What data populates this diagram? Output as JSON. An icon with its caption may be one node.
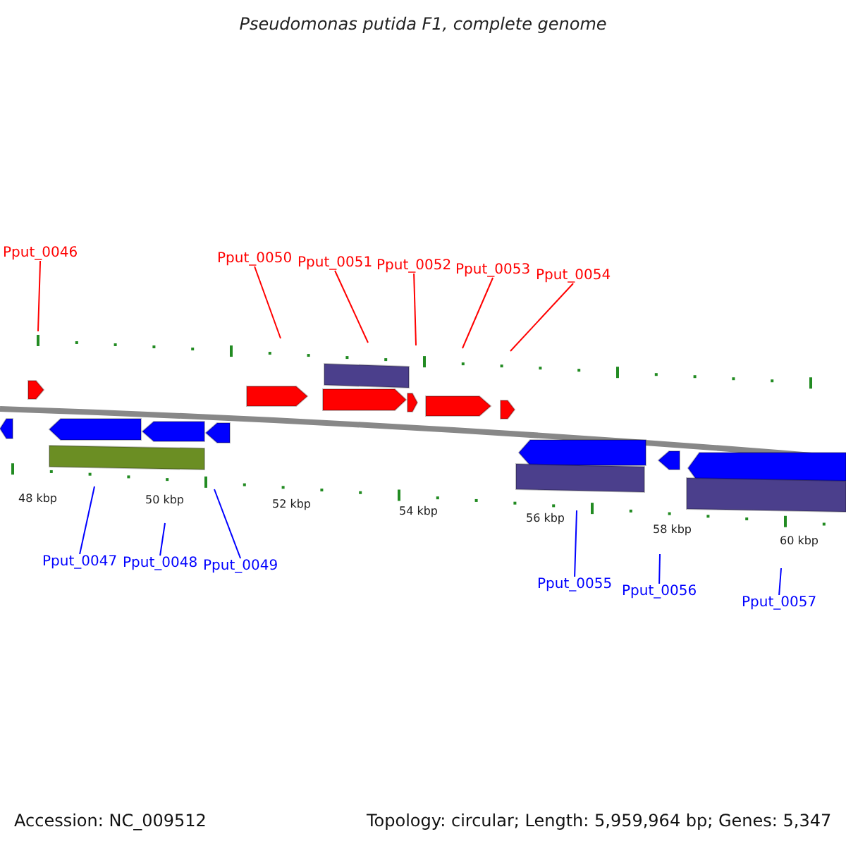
{
  "diagram": {
    "title": "Pseudomonas putida F1, complete genome",
    "nodes": [
      {
        "text": [
          "Pput_0046"
        ]
      },
      {
        "text": [
          "Pput_0050"
        ]
      },
      {
        "text": [
          "Pput_0051"
        ]
      },
      {
        "text": [
          "Pput_0052"
        ]
      },
      {
        "text": [
          "Pput_0053"
        ]
      },
      {
        "text": [
          "Pput_0054"
        ]
      },
      {
        "text": [
          "Pput_0047"
        ]
      },
      {
        "text": [
          "Pput_0048"
        ]
      },
      {
        "text": [
          "Pput_0049"
        ]
      },
      {
        "text": [
          "Pput_0055"
        ]
      },
      {
        "text": [
          "Pput_0056"
        ]
      },
      {
        "text": [
          "Pput_0057"
        ]
      }
    ],
    "edges": [
      {
        "from": 0,
        "to": null,
        "arrow": "none",
        "color": "#ff0000"
      },
      {
        "from": 1,
        "to": null,
        "arrow": "none",
        "color": "#ff0000"
      },
      {
        "from": 2,
        "to": null,
        "arrow": "none",
        "color": "#ff0000"
      },
      {
        "from": 3,
        "to": null,
        "arrow": "none",
        "color": "#ff0000"
      },
      {
        "from": 4,
        "to": null,
        "arrow": "none",
        "color": "#ff0000"
      },
      {
        "from": 5,
        "to": null,
        "arrow": "none",
        "color": "#ff0000"
      },
      {
        "from": 6,
        "to": null,
        "arrow": "none",
        "color": "#0000ff"
      },
      {
        "from": 7,
        "to": null,
        "arrow": "none",
        "color": "#0000ff"
      },
      {
        "from": 8,
        "to": null,
        "arrow": "none",
        "color": "#0000ff"
      },
      {
        "from": 9,
        "to": null,
        "arrow": "none",
        "color": "#0000ff"
      },
      {
        "from": 10,
        "to": null,
        "arrow": "none",
        "color": "#0000ff"
      },
      {
        "from": 11,
        "to": null,
        "arrow": "none",
        "color": "#0000ff"
      }
    ],
    "labels": [
      "48 kbp",
      "50 kbp",
      "52 kbp",
      "54 kbp",
      "56 kbp",
      "58 kbp",
      "60 kbp",
      "Accession: NC_009512",
      "Topology: circular; Length: 5,959,964 bp; Genes: 5,347"
    ]
  }
}
